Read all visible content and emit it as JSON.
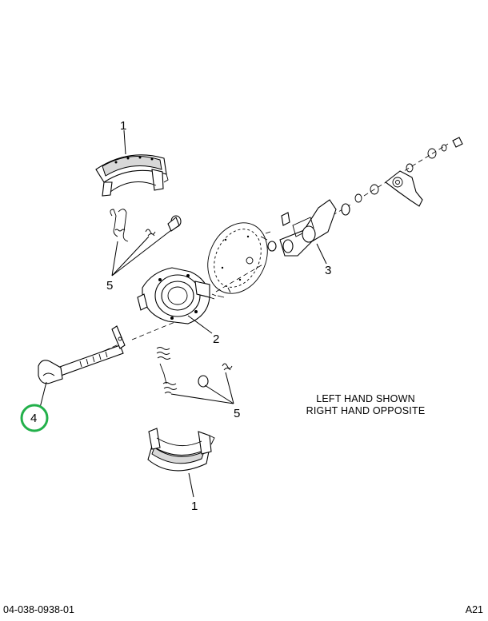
{
  "callouts": {
    "shoe_upper": "1",
    "shoe_lower": "1",
    "spider": "2",
    "chamber_bracket": "3",
    "camshaft": "4",
    "hardware_upper": "5",
    "hardware_lower": "5"
  },
  "note": {
    "line1": "LEFT HAND SHOWN",
    "line2": "RIGHT HAND OPPOSITE"
  },
  "footer": {
    "figure_number": "04-038-0938-01",
    "page_code": "A21"
  },
  "colors": {
    "highlight_ring": "#22b04a",
    "line": "#000000"
  }
}
